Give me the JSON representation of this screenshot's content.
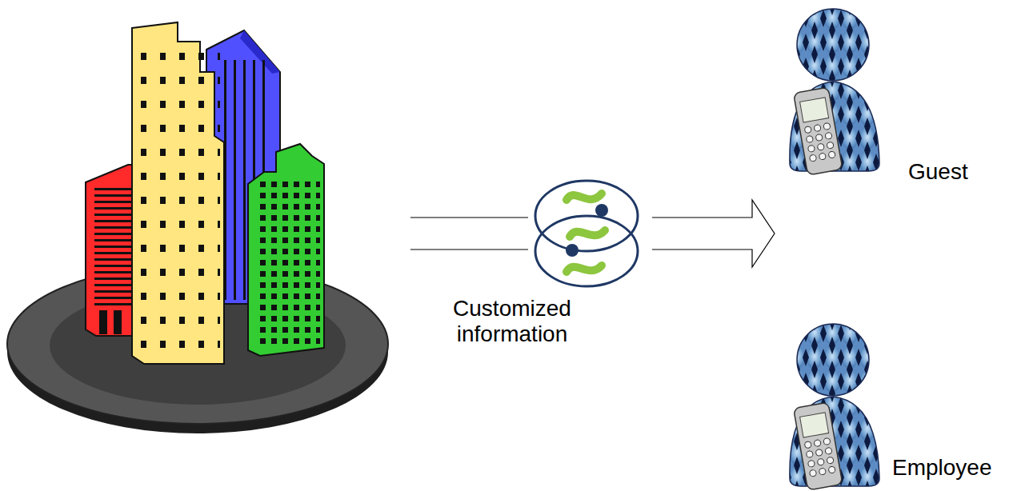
{
  "diagram": {
    "nodes": [
      {
        "text": [
          "Guest"
        ]
      },
      {
        "text": [
          "Employee"
        ]
      }
    ],
    "labels": [
      "Customized information"
    ]
  }
}
